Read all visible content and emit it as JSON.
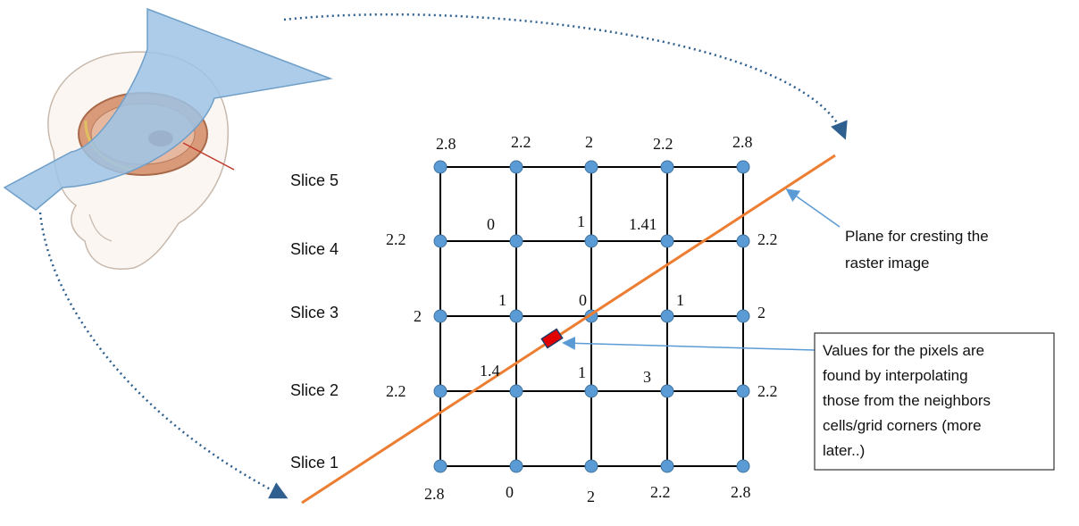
{
  "slices": [
    "Slice 1",
    "Slice 2",
    "Slice 3",
    "Slice 4",
    "Slice 5"
  ],
  "grid": {
    "rows": [
      {
        "slice": "Slice 5",
        "left": "2.8",
        "corners": [
          "2.8",
          "2.2",
          "2",
          "2.2",
          "2.8"
        ]
      },
      {
        "slice": "Slice 4",
        "left": "2.2",
        "right": "2.2",
        "inner": [
          "0",
          "1",
          "1.41"
        ]
      },
      {
        "slice": "Slice 3",
        "left": "2",
        "right": "2",
        "inner": [
          "1",
          "0",
          "1"
        ]
      },
      {
        "slice": "Slice 2",
        "left": "2.2",
        "right": "2.2",
        "inner": [
          "1.4",
          "1",
          "3"
        ]
      },
      {
        "slice": "Slice 1",
        "corners": [
          "2.8",
          "0",
          "2",
          "2.2",
          "2.8"
        ]
      }
    ]
  },
  "plane_label": "Plane for cresting the raster image",
  "note_box": "Values for the pixels are found by interpolating those from the neighbors cells/grid corners (more later..)",
  "colors": {
    "node": "#5b9bd5",
    "plane_line": "#ed7d31",
    "pixel": "#e00000",
    "arrow": "#5b9bd5",
    "dotted": "#2e5f8e",
    "plane_fill": "#9dc3e6"
  }
}
